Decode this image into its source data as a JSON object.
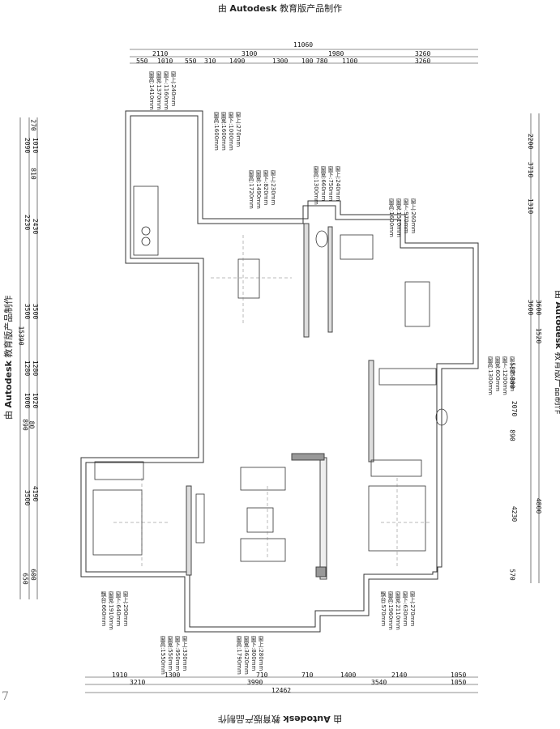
{
  "watermark": {
    "prefix": "由 ",
    "brand": "Autodesk",
    "suffix": " 教育版产品制作"
  },
  "dims": {
    "top_total": "11060",
    "top_row1": [
      "2110",
      "3100",
      "1980",
      "3260"
    ],
    "top_row2": [
      "550",
      "1010",
      "550",
      "310",
      "1490",
      "1300",
      "100",
      "780",
      "1100",
      "3260"
    ],
    "bottom_row1": [
      "1910",
      "1300",
      "710",
      "710",
      "1400",
      "2140",
      "1050"
    ],
    "bottom_row2": [
      "3210",
      "3990",
      "3540",
      "1050"
    ],
    "bottom_total": "12462",
    "left_row1": [
      "270",
      "1010",
      "810",
      "2430",
      "3500",
      "1280",
      "1020",
      "80",
      "4190",
      "600"
    ],
    "left_row2": [
      "2090",
      "2230",
      "3500",
      "1280",
      "1000",
      "890",
      "3500",
      "650"
    ],
    "left_total": "15390",
    "right_row1": [
      "2200",
      "3710",
      "1310",
      "3600",
      "580",
      "800",
      "2070",
      "890",
      "4230",
      "570"
    ],
    "right_row2": [
      "3600",
      "1520",
      "4800"
    ]
  },
  "window_notes": [
    [
      "窗上:240mm",
      "窗下:1160mm",
      "窗宽:1370mm",
      "窗高:1410mm"
    ],
    [
      "窗上:270mm",
      "窗下:1000mm",
      "窗宽:1600mm",
      "窗高:1600mm"
    ],
    [
      "窗上:230mm",
      "窗下:820mm",
      "窗宽:1490mm",
      "窗高:1720mm"
    ],
    [
      "窗上:240mm",
      "窗下:750mm",
      "窗宽:660mm",
      "窗高:1300mm"
    ],
    [
      "窗上:260mm",
      "窗下:970mm",
      "窗宽:1510mm",
      "窗高:1600mm"
    ],
    [
      "窗上:250mm",
      "窗下:1200mm",
      "窗宽:600mm",
      "窗高:1300mm"
    ],
    [
      "窗上:290mm",
      "窗下:640mm",
      "窗宽:1910mm",
      "飘台:660mm"
    ],
    [
      "窗上:330mm",
      "窗下:950mm",
      "窗宽:550mm",
      "窗高:1550mm"
    ],
    [
      "窗上:280mm",
      "窗下:800mm",
      "窗宽:3620mm",
      "窗高:1790mm"
    ],
    [
      "窗上:270mm",
      "窗下:630mm",
      "窗宽:2110mm",
      "窗高:1960mm",
      "飘台:570mm"
    ]
  ],
  "edge_mark": "7"
}
